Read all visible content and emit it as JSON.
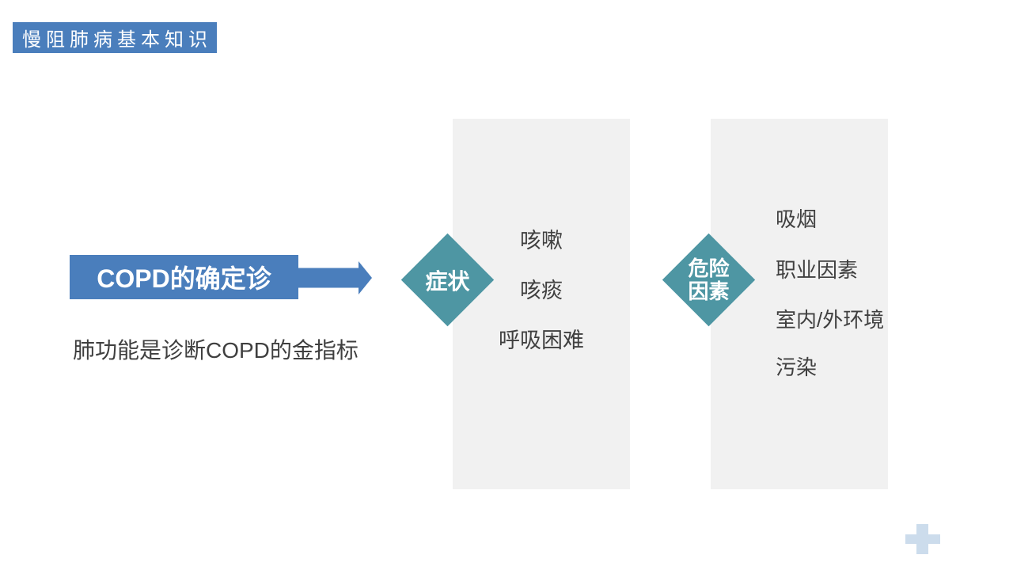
{
  "slide": {
    "header": {
      "badge": "慢阻肺病基本知识"
    },
    "main": {
      "title": "COPD的确定诊",
      "subtitle": "肺功能是诊断COPD的金指标"
    },
    "symptoms_panel": {
      "diamond_label": "症状",
      "items": [
        "咳嗽",
        "咳痰",
        "呼吸困难"
      ]
    },
    "risk_panel": {
      "diamond_label": [
        "危险",
        "因素"
      ],
      "items": [
        "吸烟",
        "职业因素",
        "室内/外环境",
        "污染"
      ]
    },
    "icons": {
      "arrow": "arrow-right-icon",
      "plus": "plus-icon"
    },
    "colors": {
      "primary_blue": "#4a7ebc",
      "diamond_teal": "#4e96a3",
      "panel_gray": "#f1f1f1",
      "body_text": "#404040",
      "plus_light_blue": "#ccdcec"
    }
  }
}
